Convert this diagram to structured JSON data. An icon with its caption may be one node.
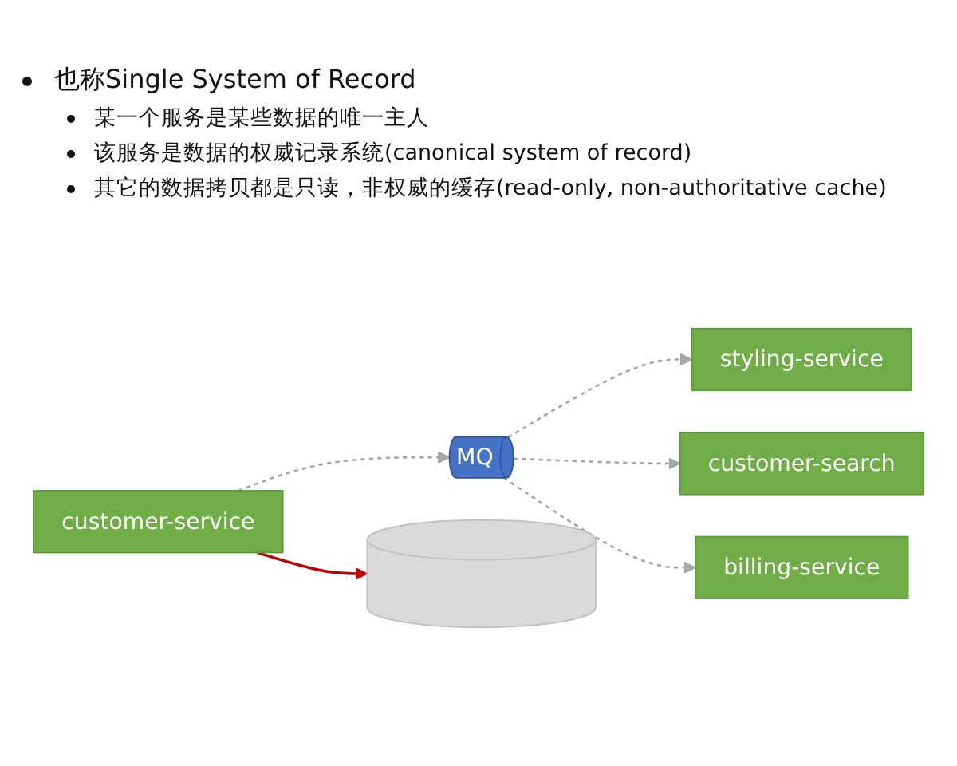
{
  "diagram": {
    "nodes": [
      {
        "text": [
          "customer-service"
        ]
      },
      {
        "text": [
          "MQ"
        ]
      },
      {
        "text": [
          "styling-service"
        ]
      },
      {
        "text": [
          "customer-search"
        ]
      },
      {
        "text": [
          "billing-service"
        ]
      },
      {
        "text": [],
        "shape": "cylinder"
      }
    ],
    "edges": [
      {
        "from": 0,
        "to": 1,
        "arrow": "to",
        "style": "dashed"
      },
      {
        "from": 1,
        "to": 2,
        "arrow": "to",
        "style": "dashed"
      },
      {
        "from": 1,
        "to": 3,
        "arrow": "to",
        "style": "dashed"
      },
      {
        "from": 1,
        "to": 4,
        "arrow": "to",
        "style": "dashed"
      },
      {
        "from": 0,
        "to": 5,
        "arrow": "to",
        "color": "#c00000"
      }
    ],
    "labels": [
      "也称Single System of Record",
      "某一个服务是某些数据的唯一主人",
      "该服务是数据的权威记录系统(canonical system of record)",
      "其它的数据拷贝都是只读，非权威的缓存(read-only, non-authoritative cache)"
    ]
  }
}
